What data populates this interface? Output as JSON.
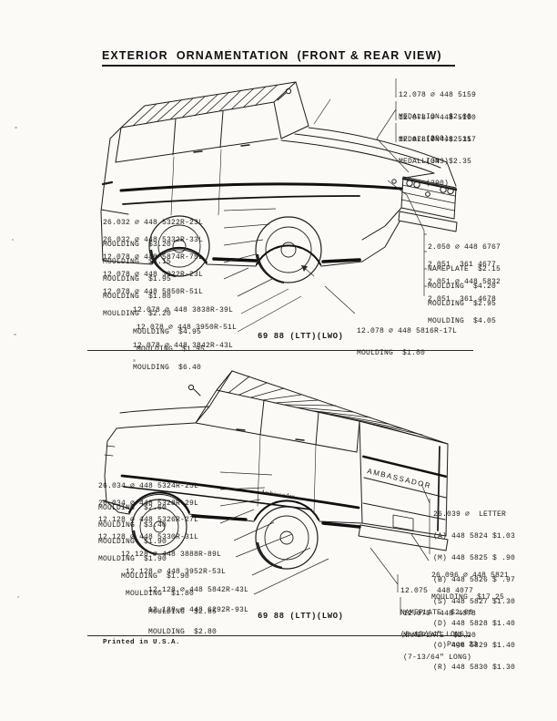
{
  "colors": {
    "paper": "#fbfaf6",
    "ink": "#1b1b1b"
  },
  "page": {
    "title": "EXTERIOR  ORNAMENTATION  (FRONT & REAR VIEW)",
    "footer_left": "Printed in U.S.A.",
    "footer_right": "Page 23"
  },
  "top": {
    "caption": "69 88 (LTT)(LWO)",
    "medallions": [
      {
        "l1": "12.078 ∅ 448 5159",
        "l2": "MEDALLION  $2.00",
        "l3": "      (290)"
      },
      {
        "l1": "12.078 ∅ 448 5160",
        "l2": "MEDALLION  $2.15",
        "l3": "      (343)"
      },
      {
        "l1": "12.078 ∅ 448 5317",
        "l2": "MEDALLION  $2.35",
        "l3": "      (390)"
      }
    ],
    "left_labels": [
      {
        "l1": "26.032 ∅ 448 5322R-23L",
        "l2": "MOULDING  $3.20"
      },
      {
        "l1": "26.032 ∅ 448 5332R-33L",
        "l2": "MOULDING  $4.15"
      },
      {
        "l1": "12.078 ∅ 448 5874R-75L",
        "l2": "MOULDING  $1.95"
      },
      {
        "l1": "12.078 ∅ 448 3922R-23L",
        "l2": "MOULDING  $1.80"
      },
      {
        "l1": "12.078 ∅ 448 5850R-51L",
        "l2": "MOULDING  $2.20"
      },
      {
        "l1": "12.078 ∅ 448 3838R-39L",
        "l2": "MOULDING  $4.95"
      },
      {
        "l1": "12.078 ∅ 448 3950R-51L",
        "l2": "MOULDING  $1.95"
      },
      {
        "l1": "12.078 ∅ 448 3842R-43L",
        "l2": "MOULDING  $6.40"
      }
    ],
    "right_labels": [
      {
        "l1": "2.050 ∅ 448 6767",
        "l2": "NAMEPLATE  $2.15"
      },
      {
        "l1": "2.051  361 4677",
        "l2": "MOULDING  $4.20"
      },
      {
        "l1": "2.051 ∅ 448 5832",
        "l2": "MOULDING  $2.95"
      },
      {
        "l1": "2.051  361 4678",
        "l2": "MOULDING  $4.05"
      }
    ],
    "center_label": {
      "l1": "12.078 ∅ 448 5816R-17L",
      "l2": "MOULDING  $1.80"
    }
  },
  "bottom": {
    "caption": "69 88 (LTT)(LWO)",
    "tailgate_text": "AMBASSADOR",
    "script_text": "Ambassador",
    "left_labels": [
      {
        "l1": "26.034 ∅ 448 5324R-25L",
        "l2": "MOULDING  $2.60"
      },
      {
        "l1": "26.034 ∅ 448 5328R-29L",
        "l2": "MOULDING  $3.40"
      },
      {
        "l1": "12.128 ∅ 448 5326R-27L",
        "l2": "MOULDING  $1.90"
      },
      {
        "l1": "12.128 ∅ 448 5330R-31L",
        "l2": "MOULDING  $1.90"
      },
      {
        "l1": "12.128 ∅ 448 3888R-89L",
        "l2": "MOULDING  $1.90"
      },
      {
        "l1": "12.128 ∅ 448 3952R-53L",
        "l2": "MOULDING  $1.80"
      },
      {
        "l1": "12.128 ∅ 448 5842R-43L",
        "l2": "MOULDING  $2.85"
      },
      {
        "l1": "12.128 ∅ 448 6292R-93L",
        "l2": "MOULDING  $2.80"
      }
    ],
    "letters": {
      "header": "26.039 ∅  LETTER",
      "items": [
        "(A) 448 5824 $1.03",
        "(M) 448 5825 $ .90",
        "(B) 448 5826 $ .97",
        "(S) 448 5827 $1.30",
        "(D) 448 5828 $1.40",
        "(O) 448 5829 $1.40",
        "(R) 448 5830 $1.30"
      ]
    },
    "moulding_label": {
      "l1": "26.096 ∅ 448 5821",
      "l2": "MOULDING  $17.25"
    },
    "nameplates": [
      {
        "l1": "12.075  448 4077",
        "l2": "NAMEPLATE  $2.00",
        "l3": "(8-19/64\" LONG)"
      },
      {
        "l1": "12.075  448 4078",
        "l2": "NAMEPLATE  $2.30",
        "l3": "(7-13/64\" LONG)"
      }
    ]
  }
}
